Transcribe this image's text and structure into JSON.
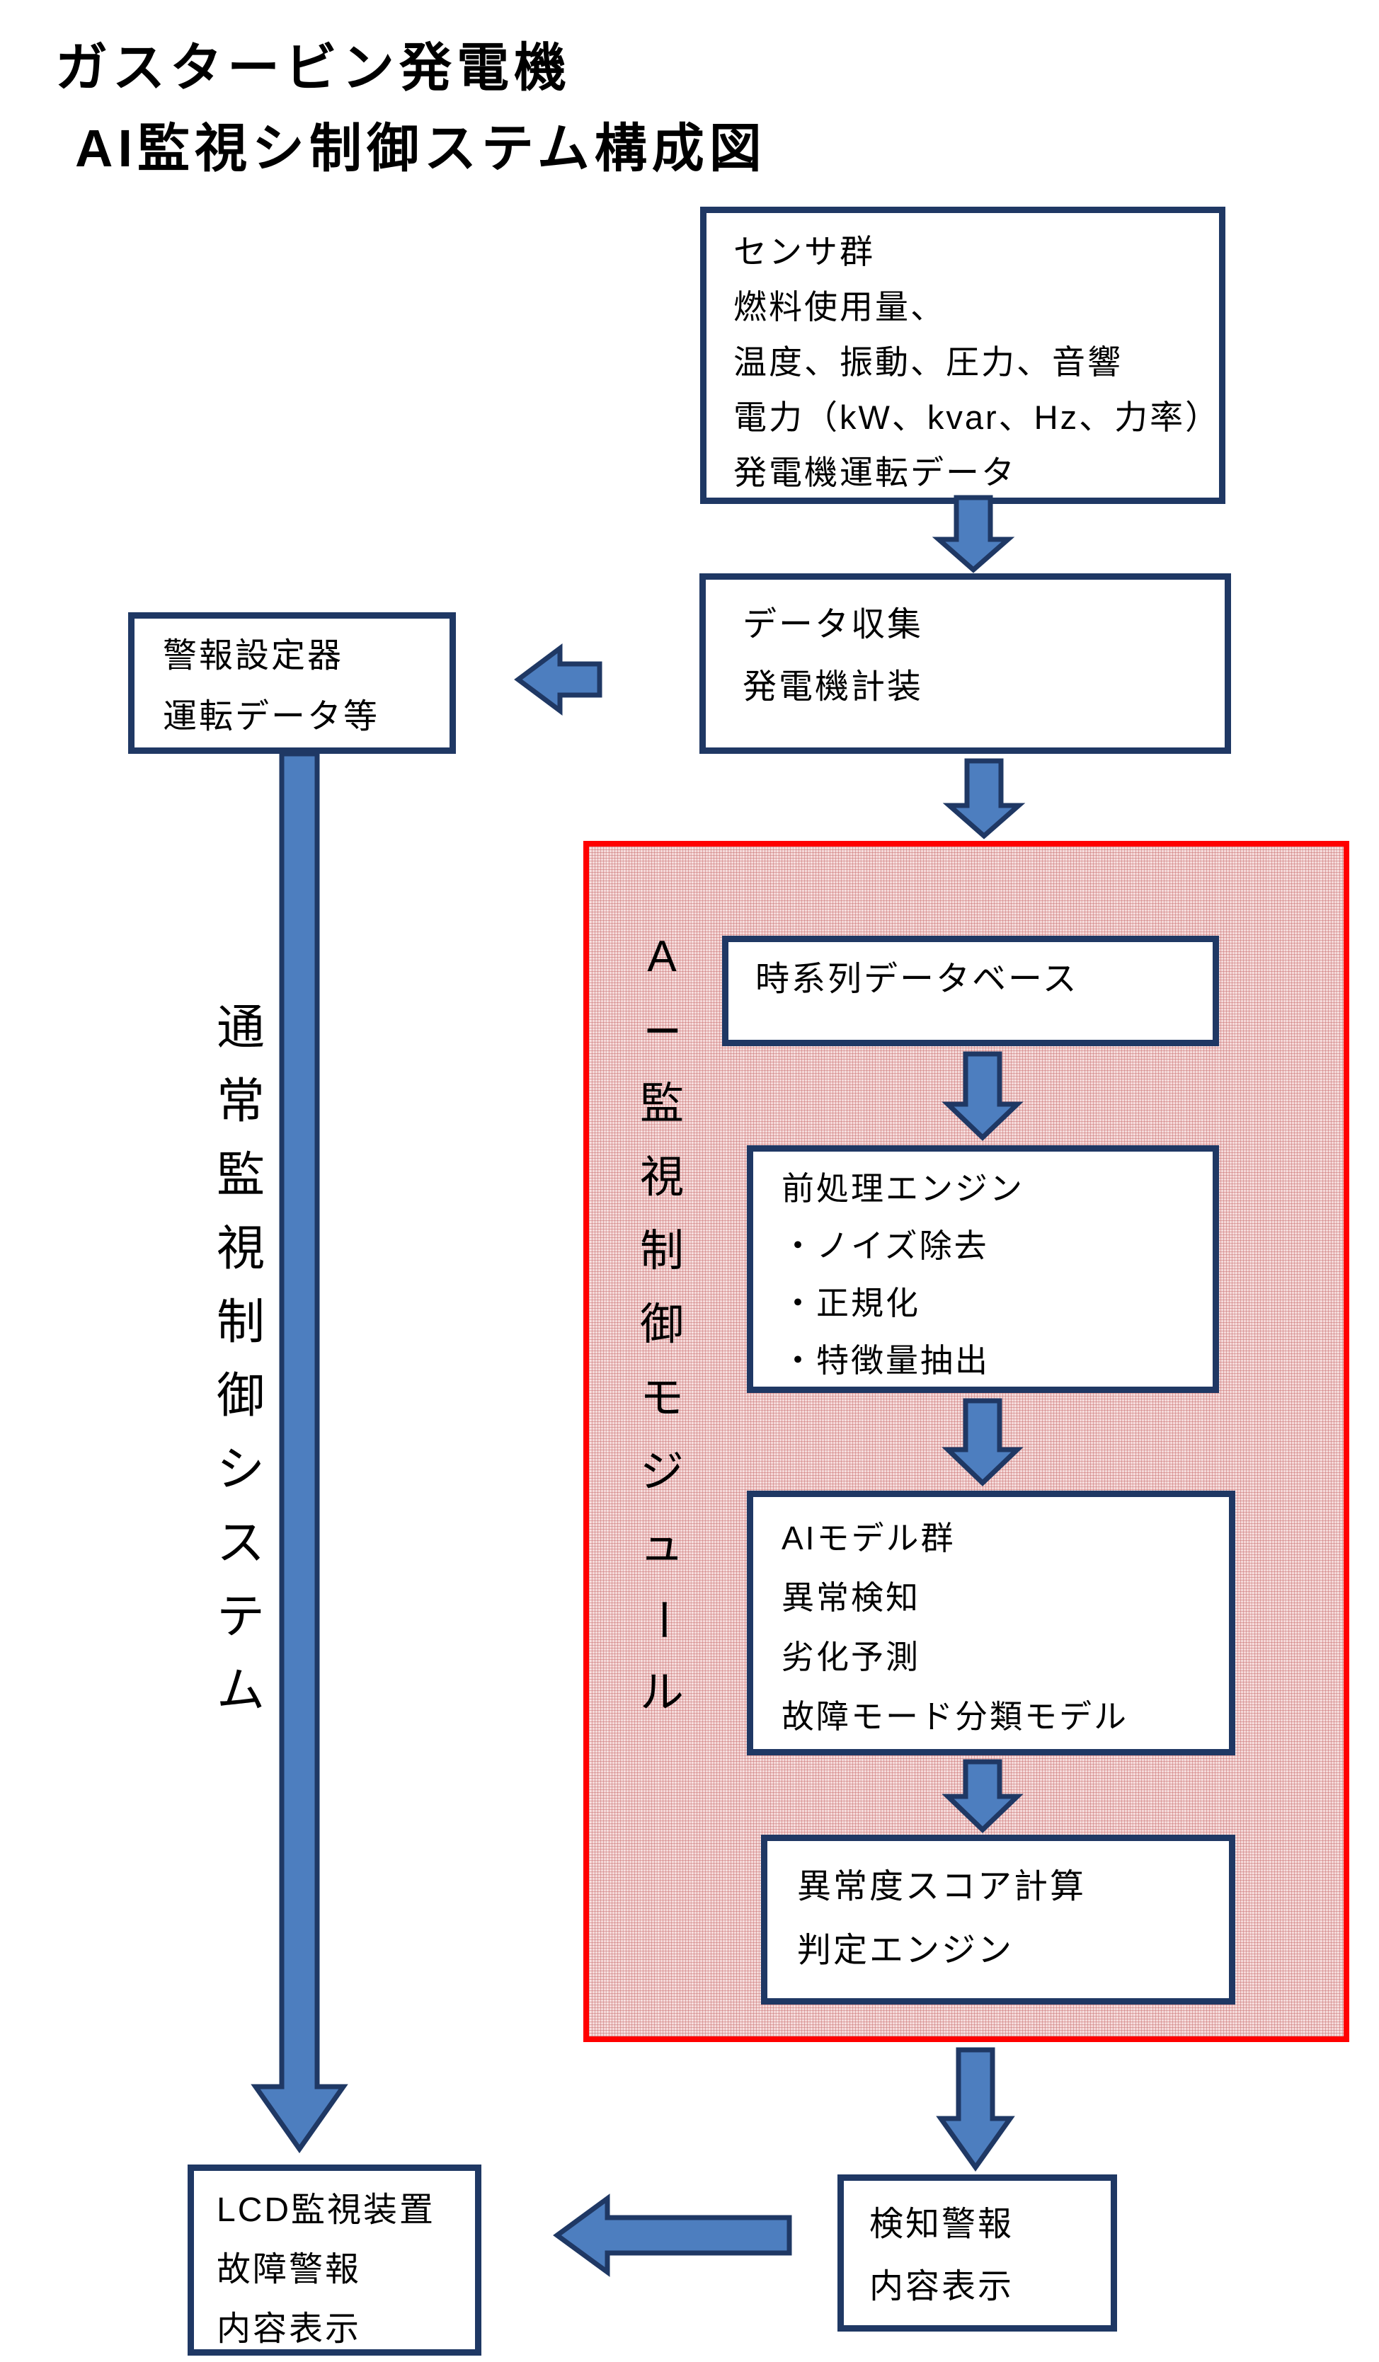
{
  "page": {
    "title_line1": "ガスタービン発電機",
    "title_line2": "AI監視シ制御ステム構成図"
  },
  "boxes": {
    "sensors": {
      "lines": [
        "センサ群",
        "燃料使用量、",
        "温度、振動、圧力、音響",
        "電力（kW、kvar、Hz、力率）",
        "発電機運転データ"
      ]
    },
    "data_collection": {
      "lines": [
        "データ収集",
        "発電機計装"
      ]
    },
    "alarm_setting": {
      "lines": [
        "警報設定器",
        "運転データ等"
      ]
    },
    "timeseries_db": {
      "lines": [
        "時系列データベース"
      ]
    },
    "preprocessing": {
      "lines": [
        "前処理エンジン",
        "・ノイズ除去",
        "・正規化",
        "・特徴量抽出"
      ]
    },
    "ai_models": {
      "lines": [
        "AIモデル群",
        "異常検知",
        "劣化予測",
        "故障モード分類モデル"
      ]
    },
    "anomaly_engine": {
      "lines": [
        "異常度スコア計算",
        "判定エンジン"
      ]
    },
    "detection_alarm": {
      "lines": [
        "検知警報",
        "内容表示"
      ]
    },
    "lcd_monitor": {
      "lines": [
        "LCD監視装置",
        "故障警報",
        "内容表示"
      ]
    }
  },
  "vertical_labels": {
    "normal_system": "通常監視制御システム",
    "ai_module": "AI監視制御モジュール"
  },
  "colors": {
    "background": "#FFFFFF",
    "text": "#000000",
    "box_border": "#1F3864",
    "arrow_fill": "#4D7EBF",
    "arrow_stroke": "#1F3864",
    "module_border": "#FF0000",
    "module_bg": "#F5DADA"
  }
}
